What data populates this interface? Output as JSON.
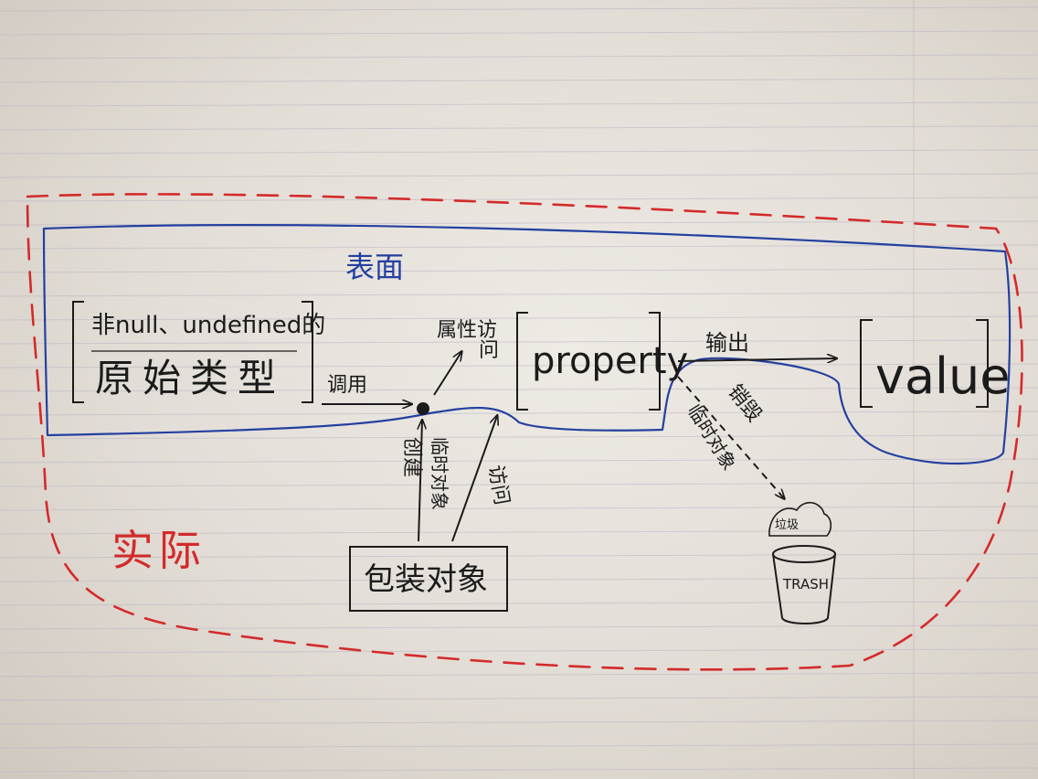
{
  "labels": {
    "surface": "表面",
    "actual": "实际",
    "primitive_qualifier": "非null、undefined的",
    "primitive_type": "原始类型",
    "call": "调用",
    "property_access_line1": "属性访",
    "property_access_line2": "问",
    "property": "property",
    "output": "输出",
    "value": "value",
    "create": "创建",
    "temp_object_left": "临时对象",
    "access": "访问",
    "wrapper_object": "包装对象",
    "destroy": "销毁",
    "temp_object_right": "临时对象",
    "garbage": "垃圾",
    "trash": "TRASH"
  },
  "colors": {
    "ink": "#1b1b1b",
    "surface_outline": "#2440a0",
    "actual_outline": "#d42a2a",
    "paper": "#e9e5df",
    "ruled_line": "#b9b4c4"
  }
}
